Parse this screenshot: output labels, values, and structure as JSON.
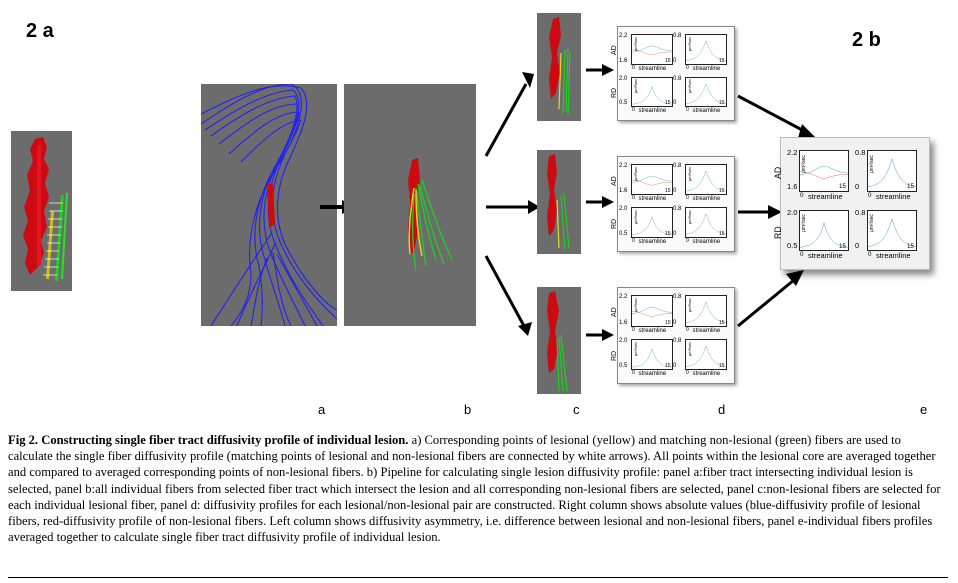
{
  "figure": {
    "label_left": "2 a",
    "label_right": "2 b",
    "columns": [
      "a",
      "b",
      "c",
      "d",
      "e"
    ]
  },
  "plots": {
    "ad_label": "AD",
    "rd_label": "RD",
    "xlabel": "streamline",
    "x_start": "0",
    "x_end": "15",
    "ad_top_left": "2.2",
    "ad_bot_left": "1.6",
    "ad_top_right": "0.8",
    "ad_bot_right": "0",
    "rd_top_left": "2.0",
    "rd_bot_left": "0.5",
    "rd_top_right": "0.8",
    "rd_bot_right": "0",
    "unit": "μm²/sec",
    "lesional_color": "#2f8fd6",
    "non_lesional_color": "#e05a2a"
  },
  "caption": {
    "title": "Fig 2.  Constructing single fiber tract diffusivity profile of individual lesion.",
    "body": " a) Corresponding points of lesional (yellow) and matching non-lesional (green) fibers are used to calculate the single fiber diffusivity profile (matching points of lesional and non-lesional fibers are connected by white arrows). All points within the lesional core are averaged together and compared to averaged corresponding points of non-lesional fibers. b) Pipeline for calculating single lesion diffusivity profile: panel a:fiber tract intersecting individual lesion is selected, panel b:all individual fibers from selected fiber tract which intersect the lesion and all corresponding non-lesional fibers are selected, panel c:non-lesional fibers are selected for each individual lesional fiber, panel d: diffusivity profiles for each lesional/non-lesional pair are constructed. Right column shows absolute values (blue-diffusivity profile of lesional fibers, red-diffusivity profile of non-lesional fibers. Left column shows diffusivity asymmetry, i.e. difference between lesional and non-lesional fibers, panel e-individual fibers profiles averaged together to calculate single fiber tract diffusivity profile of individual lesion."
  }
}
